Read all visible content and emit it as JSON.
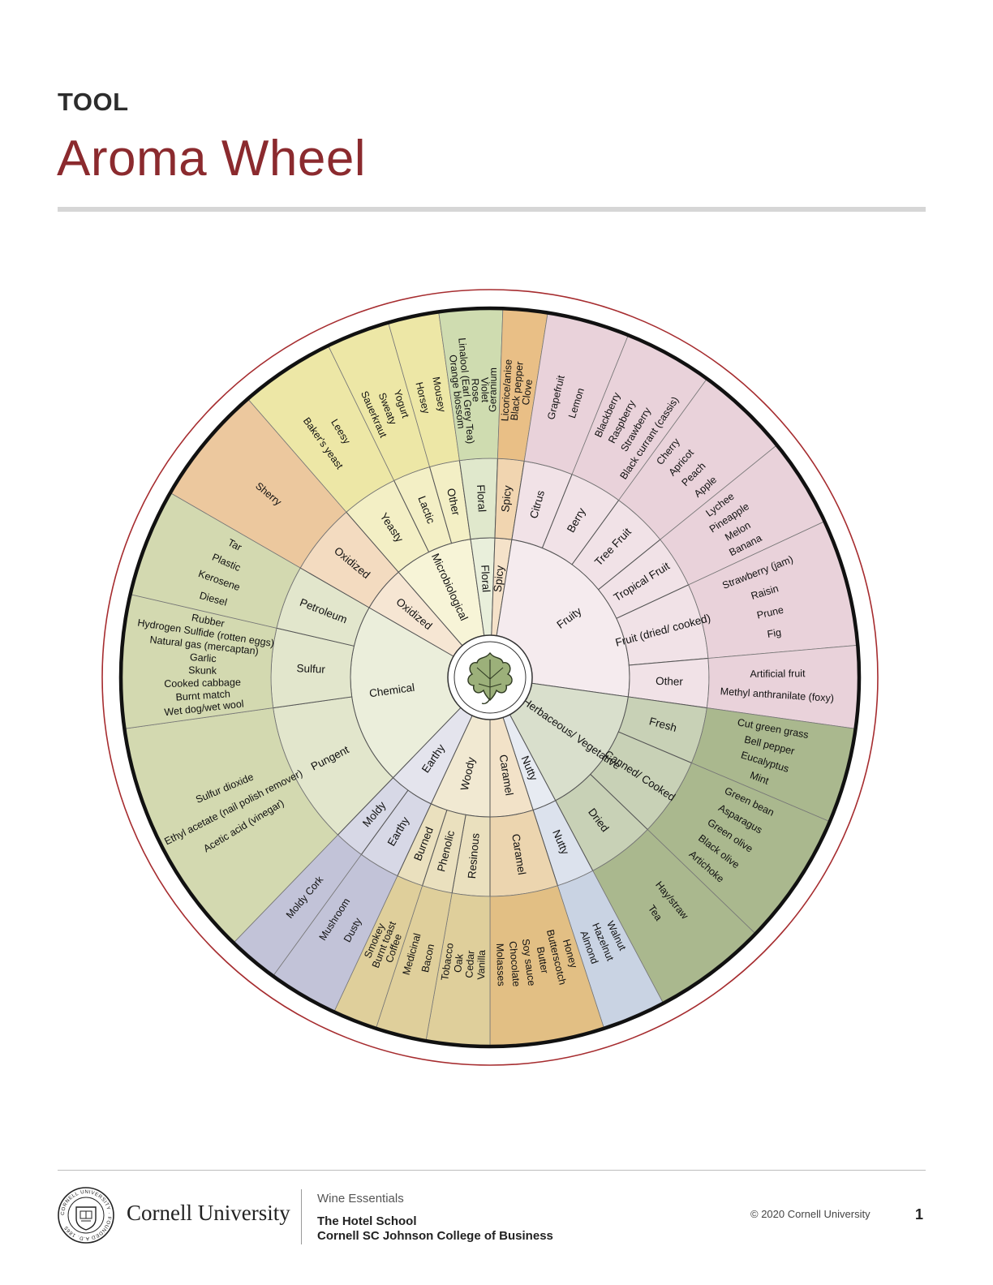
{
  "header": {
    "kicker": "TOOL",
    "title": "Aroma Wheel"
  },
  "wheel": {
    "colors": {
      "chemical": "#d3d9b0",
      "microbiological": "#ede7a6",
      "floral": "#cfdcb0",
      "spicy": "#e9bf86",
      "fruity": "#e9d2da",
      "herbaceous": "#aab88e",
      "nutty": "#c9d3e3",
      "caramel": "#e2bf84",
      "woody": "#dfcf9b",
      "earthy": "#c2c3d8",
      "oxidized": "#ecc89e",
      "outline_accent": "#a62c2f"
    },
    "center_icon": "grape-leaf-icon",
    "categories": [
      {
        "name": "Chemical",
        "color_key": "chemical",
        "subcategories": [
          {
            "name": "Pungent",
            "terms": [
              "Acetic acid (vinegar)",
              "Ethyl acetate (nail polish remover)",
              "Sulfur dioxide"
            ]
          },
          {
            "name": "Sulfur",
            "terms": [
              "Wet dog/wet wool",
              "Burnt match",
              "Cooked cabbage",
              "Skunk",
              "Garlic",
              "Natural gas (mercaptan)",
              "Hydrogen Sulfide (rotten eggs)",
              "Rubber"
            ]
          },
          {
            "name": "Petroleum",
            "terms": [
              "Diesel",
              "Kerosene",
              "Plastic",
              "Tar"
            ]
          }
        ]
      },
      {
        "name": "Oxidized",
        "color_key": "oxidized",
        "subcategories": [
          {
            "name": "Oxidized",
            "terms": [
              "Sherry"
            ]
          }
        ]
      },
      {
        "name": "Microbiological",
        "color_key": "microbiological",
        "subcategories": [
          {
            "name": "Yeasty",
            "terms": [
              "Baker's yeast",
              "Leesy"
            ]
          },
          {
            "name": "Lactic",
            "terms": [
              "Sauerkraut",
              "Sweaty",
              "Yogurt"
            ]
          },
          {
            "name": "Other",
            "terms": [
              "Horsey",
              "Mousey"
            ]
          }
        ]
      },
      {
        "name": "Floral",
        "color_key": "floral",
        "subcategories": [
          {
            "name": "Floral",
            "terms": [
              "Orange blossom",
              "Linalool (Earl Grey Tea)",
              "Rose",
              "Violet",
              "Geranium"
            ]
          }
        ]
      },
      {
        "name": "Spicy",
        "color_key": "spicy",
        "subcategories": [
          {
            "name": "Spicy",
            "terms": [
              "Licorice/anise",
              "Black pepper",
              "Clove"
            ]
          }
        ]
      },
      {
        "name": "Fruity",
        "color_key": "fruity",
        "subcategories": [
          {
            "name": "Citrus",
            "terms": [
              "Grapefruit",
              "Lemon"
            ]
          },
          {
            "name": "Berry",
            "terms": [
              "Blackberry",
              "Raspberry",
              "Strawberry",
              "Black currant (cassis)"
            ]
          },
          {
            "name": "Tree Fruit",
            "terms": [
              "Cherry",
              "Apricot",
              "Peach",
              "Apple"
            ]
          },
          {
            "name": "Tropical Fruit",
            "terms": [
              "Lychee",
              "Pineapple",
              "Melon",
              "Banana"
            ]
          },
          {
            "name": "Fruit (dried/ cooked)",
            "terms": [
              "Strawberry (jam)",
              "Raisin",
              "Prune",
              "Fig"
            ]
          },
          {
            "name": "Other",
            "terms": [
              "Artificial fruit",
              "Methyl anthranilate (foxy)"
            ]
          }
        ]
      },
      {
        "name": "Herbaceous/ Vegetative",
        "color_key": "herbaceous",
        "subcategories": [
          {
            "name": "Fresh",
            "terms": [
              "Cut green grass",
              "Bell pepper",
              "Eucalyptus",
              "Mint"
            ]
          },
          {
            "name": "Canned/ Cooked",
            "terms": [
              "Green bean",
              "Asparagus",
              "Green olive",
              "Black olive",
              "Artichoke"
            ]
          },
          {
            "name": "Dried",
            "terms": [
              "Hay/straw",
              "Tea"
            ]
          }
        ]
      },
      {
        "name": "Nutty",
        "color_key": "nutty",
        "subcategories": [
          {
            "name": "Nutty",
            "terms": [
              "Walnut",
              "Hazelnut",
              "Almond"
            ]
          }
        ]
      },
      {
        "name": "Caramel",
        "color_key": "caramel",
        "subcategories": [
          {
            "name": "Caramel",
            "terms": [
              "Honey",
              "Butterscotch",
              "Butter",
              "Soy sauce",
              "Chocolate",
              "Molasses"
            ]
          }
        ]
      },
      {
        "name": "Woody",
        "color_key": "woody",
        "subcategories": [
          {
            "name": "Resinous",
            "terms": [
              "Vanilla",
              "Cedar",
              "Oak",
              "Tobacco"
            ]
          },
          {
            "name": "Phenolic",
            "terms": [
              "Bacon",
              "Medicinal"
            ]
          },
          {
            "name": "Burned",
            "terms": [
              "Coffee",
              "Burnt toast",
              "Smokey"
            ]
          }
        ]
      },
      {
        "name": "Earthy",
        "color_key": "earthy",
        "subcategories": [
          {
            "name": "Earthy",
            "terms": [
              "Dusty",
              "Mushroom"
            ]
          },
          {
            "name": "Moldy",
            "terms": [
              "Moldy Cork"
            ]
          }
        ]
      }
    ]
  },
  "footer": {
    "seal_text": "CORNELL UNIVERSITY · FOUNDED A.D. 1865",
    "university": "Cornell University",
    "course": "Wine Essentials",
    "school": "The Hotel School",
    "college": "Cornell SC Johnson College of Business",
    "copyright": "© 2020 Cornell University",
    "page_number": "1"
  }
}
